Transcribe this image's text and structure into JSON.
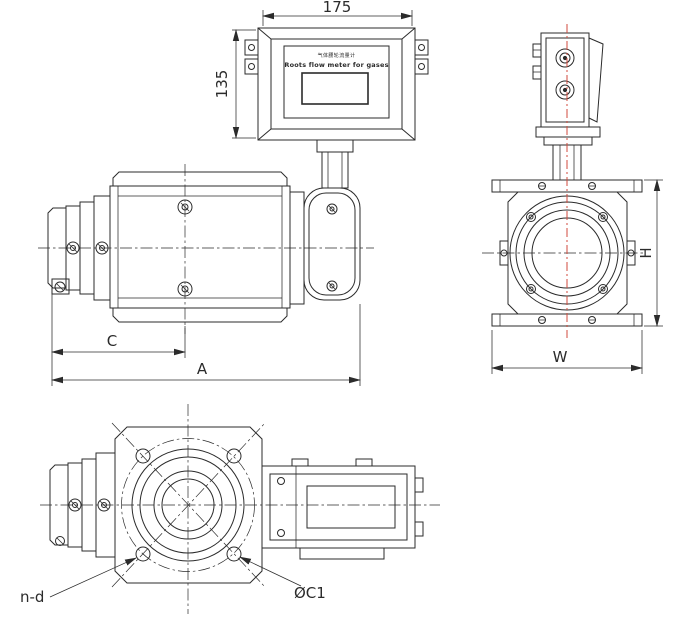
{
  "head": {
    "plate_line1": "气体腰轮流量计",
    "plate_line2": "Roots flow meter for gases"
  },
  "dims": {
    "head_width": "175",
    "head_height": "135",
    "body_c": "C",
    "body_a": "A",
    "side_h": "H",
    "side_w": "W",
    "bolt_holes": "n-d",
    "bolt_circle": "ØC1"
  },
  "colors": {
    "line": "#2b2b2b",
    "centerline": "#d04a3c"
  }
}
